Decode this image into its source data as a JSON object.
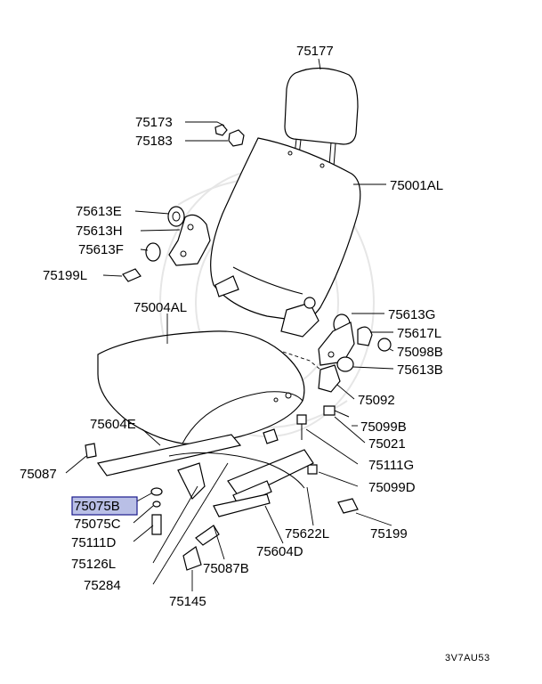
{
  "diagram": {
    "reference_code": "3V7AU53",
    "highlight_color": "#b9bfe6",
    "highlighted_part": "75075B",
    "labels": {
      "p75177": "75177",
      "p75173": "75173",
      "p75183": "75183",
      "p75001AL": "75001AL",
      "p75613E": "75613E",
      "p75613H": "75613H",
      "p75613F": "75613F",
      "p75199L": "75199L",
      "p75004AL": "75004AL",
      "p75613G": "75613G",
      "p75617L": "75617L",
      "p75098B": "75098B",
      "p75613B": "75613B",
      "p75092": "75092",
      "p75604E": "75604E",
      "p75099B": "75099B",
      "p75021": "75021",
      "p75087": "75087",
      "p75111G": "75111G",
      "p75075B": "75075B",
      "p75099D": "75099D",
      "p75075C": "75075C",
      "p75622L": "75622L",
      "p75199": "75199",
      "p75111D": "75111D",
      "p75604D": "75604D",
      "p75126L": "75126L",
      "p75087B": "75087B",
      "p75284": "75284",
      "p75145": "75145"
    }
  }
}
